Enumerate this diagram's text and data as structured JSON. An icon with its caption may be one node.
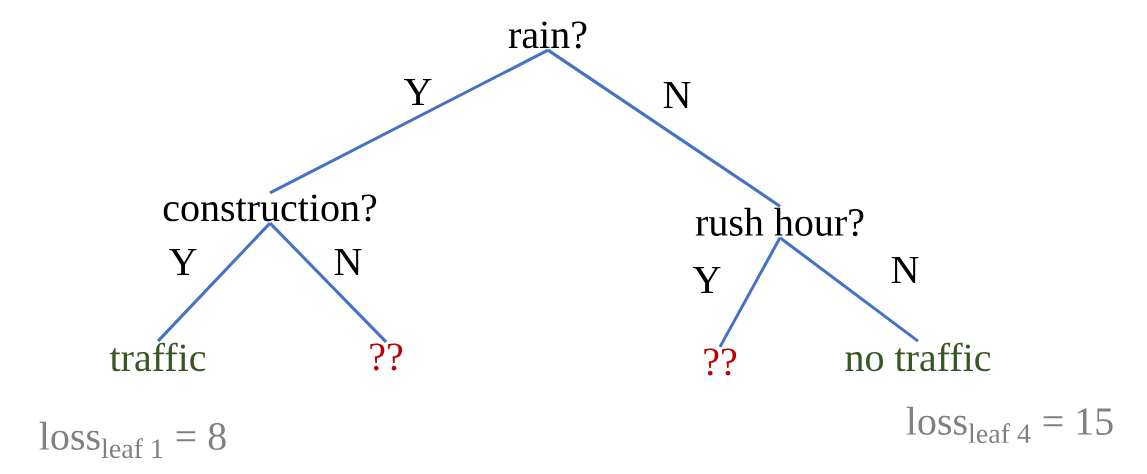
{
  "diagram": {
    "nodes": [
      {
        "text": [
          "rain?"
        ]
      },
      {
        "text": [
          "construction?"
        ]
      },
      {
        "text": [
          "rush hour?"
        ]
      },
      {
        "text": [
          "traffic"
        ],
        "beside": [
          "loss$_{leaf 1}$ = 8"
        ]
      },
      {
        "text": [
          "??"
        ]
      },
      {
        "text": [
          "??"
        ]
      },
      {
        "text": [
          "no traffic"
        ],
        "beside": [
          "loss$_{leaf 4}$ = 15"
        ]
      }
    ],
    "edges": [
      {
        "from": 0,
        "to": 1,
        "arrow": "none",
        "label": "Y"
      },
      {
        "from": 0,
        "to": 2,
        "arrow": "none",
        "label": "N"
      },
      {
        "from": 1,
        "to": 3,
        "arrow": "none",
        "label": "Y"
      },
      {
        "from": 1,
        "to": 4,
        "arrow": "none",
        "label": "N"
      },
      {
        "from": 2,
        "to": 5,
        "arrow": "none",
        "label": "Y"
      },
      {
        "from": 2,
        "to": 6,
        "arrow": "none",
        "label": "N"
      }
    ]
  }
}
